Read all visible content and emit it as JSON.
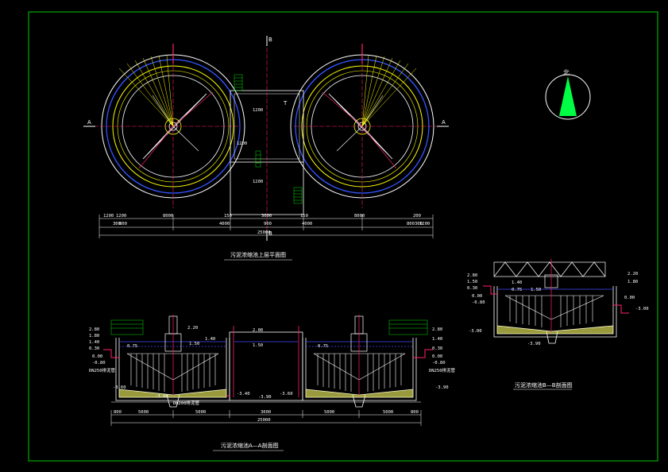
{
  "colors": {
    "background": "#000000",
    "frame": "#00cc00",
    "wall": "#ffffff",
    "water": "#4444ff",
    "ring_yellow": "#ffff00",
    "ring_blue": "#3355ff",
    "pipe": "#ff2266",
    "slot": "#00dd00",
    "cyan": "#00ffff",
    "sand": "#ffff66"
  },
  "north_label": "北",
  "plan": {
    "caption": "污泥浓缩池上层平面图",
    "section_marks": [
      "A",
      "A",
      "B",
      "B"
    ],
    "dims_top": [
      "1200",
      "8000",
      "150",
      "3000",
      "150",
      "8000",
      "200"
    ],
    "dims_top_extra": [
      "1200",
      "900",
      "1200"
    ],
    "dims_bottom": [
      "300",
      "800",
      "4000",
      "4000",
      "800",
      "300"
    ],
    "overall": "25000",
    "tank_label": "T",
    "stair_labels": [
      "1200",
      "1200",
      "1200"
    ]
  },
  "section_aa": {
    "caption": "污泥浓缩池A—A剖面图",
    "elevations_left": [
      "2.80",
      "1.80",
      "1.40",
      "0.30",
      "0.00",
      "-0.80"
    ],
    "elevations_right": [
      "2.80",
      "1.40",
      "0.30",
      "0.00",
      "-0.80"
    ],
    "inner_levels": [
      "2.20",
      "1.40",
      "1.50",
      "0.75",
      "0.75"
    ],
    "center_levels": [
      "2.00",
      "1.50"
    ],
    "bottom_levels": [
      "-3.40",
      "-3.90",
      "-3.60",
      "-3.60",
      "-3.90",
      "-3.90"
    ],
    "pipe_labels": [
      "DN250排泥管",
      "DN200排泥管",
      "DN250排泥管"
    ],
    "dims": [
      "800",
      "5000",
      "5000",
      "3000",
      "5000",
      "5000",
      "800"
    ],
    "overall": "25000"
  },
  "section_bb": {
    "caption": "污泥浓缩池B—B剖面图",
    "elevations_left": [
      "2.80",
      "1.50",
      "0.30",
      "0.00",
      "-0.80"
    ],
    "elevations_right": [
      "2.20",
      "1.80",
      "0.00",
      "-3.00"
    ],
    "inner_levels": [
      "1.40",
      "0.75",
      "1.50"
    ],
    "bottom_levels": [
      "-3.00",
      "-3.90"
    ]
  }
}
